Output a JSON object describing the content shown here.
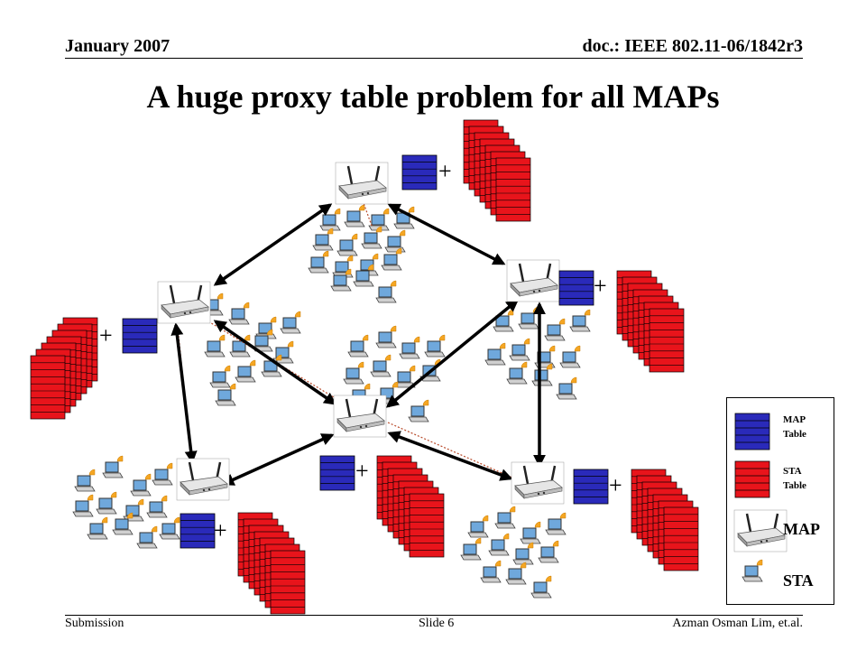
{
  "header": {
    "date": "January 2007",
    "doc": "doc.: IEEE 802.11-06/1842r3"
  },
  "title": "A huge proxy table problem for all MAPs",
  "footer": {
    "left": "Submission",
    "center": "Slide 6",
    "right": "Azman Osman Lim, et.al."
  },
  "legend": {
    "map_table_line1": "MAP",
    "map_table_line2": "Table",
    "sta_table_line1": "STA",
    "sta_table_line2": "Table",
    "map_label": "MAP",
    "sta_label": "STA"
  },
  "plus_sign": "+",
  "colors": {
    "map_table": "#2a2aba",
    "sta_table": "#e8141b",
    "arrow": "#000000"
  },
  "icons": [
    "router-icon",
    "laptop-icon",
    "wireless-signal-icon",
    "map-table-icon",
    "sta-table-icon"
  ]
}
